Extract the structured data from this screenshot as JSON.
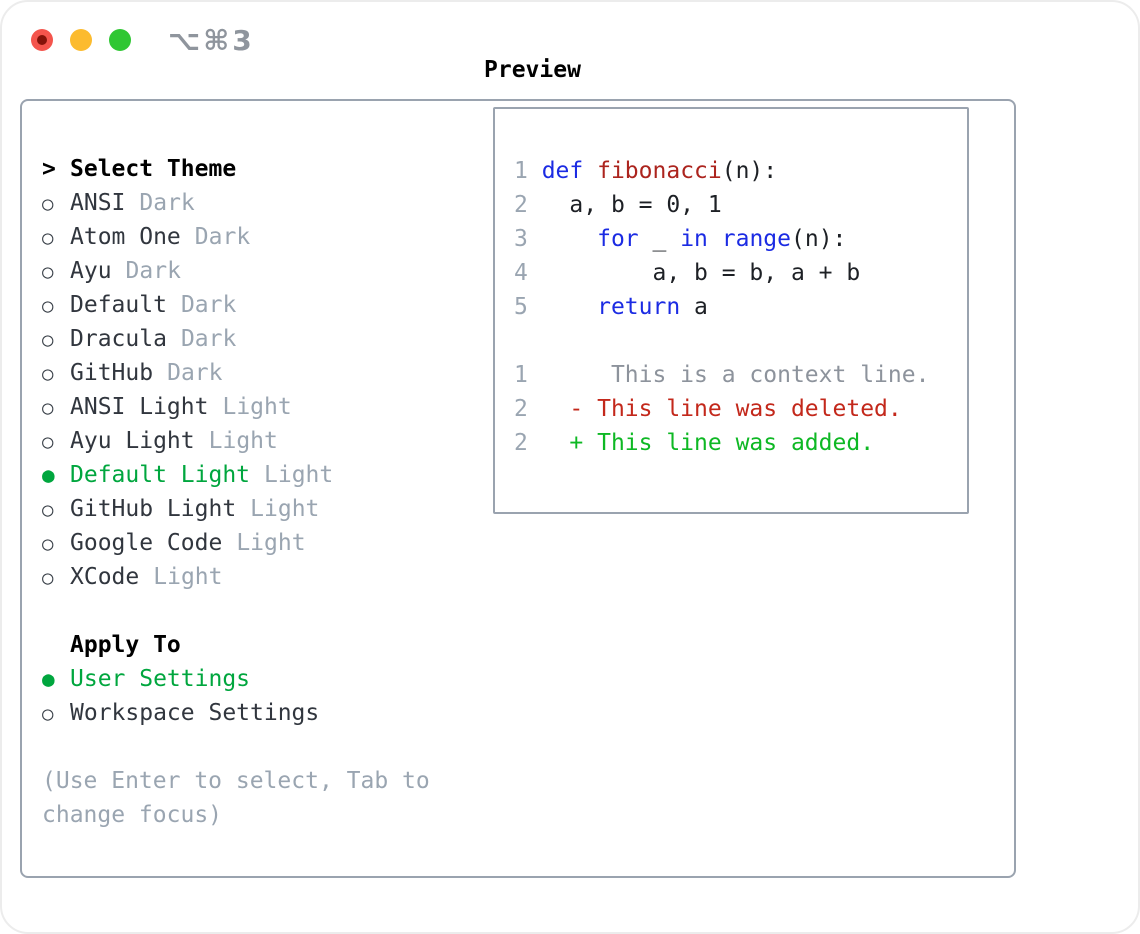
{
  "window": {
    "shortcut_label": "⌥⌘3",
    "traffic_lights": [
      {
        "name": "close",
        "color": "#F4544C",
        "dot_color": "#841209"
      },
      {
        "name": "minimize",
        "color": "#FCBB2E"
      },
      {
        "name": "zoom",
        "color": "#2FC733"
      }
    ]
  },
  "colors": {
    "accent_green": "#00A63E",
    "added_green": "#0EB824",
    "deleted_red": "#C3281B",
    "keyword_blue": "#1B2BE3",
    "function_red": "#AC241E",
    "muted_gray": "#9AA5B1",
    "context_gray": "#8D939C",
    "text_dark": "#31363E",
    "border_gray": "#9AA3AF",
    "shortcut_gray": "#8F959D"
  },
  "theme_panel": {
    "heading_marker": ">",
    "heading_label": "Select Theme",
    "unselected_marker": "○",
    "selected_marker": "●",
    "themes": [
      {
        "name": "ANSI",
        "tag": "Dark",
        "selected": false
      },
      {
        "name": "Atom One",
        "tag": "Dark",
        "selected": false
      },
      {
        "name": "Ayu",
        "tag": "Dark",
        "selected": false
      },
      {
        "name": "Default",
        "tag": "Dark",
        "selected": false
      },
      {
        "name": "Dracula",
        "tag": "Dark",
        "selected": false
      },
      {
        "name": "GitHub",
        "tag": "Dark",
        "selected": false
      },
      {
        "name": "ANSI Light",
        "tag": "Light",
        "selected": false
      },
      {
        "name": "Ayu Light",
        "tag": "Light",
        "selected": false
      },
      {
        "name": "Default Light",
        "tag": "Light",
        "selected": true
      },
      {
        "name": "GitHub Light",
        "tag": "Light",
        "selected": false
      },
      {
        "name": "Google Code",
        "tag": "Light",
        "selected": false
      },
      {
        "name": "XCode",
        "tag": "Light",
        "selected": false
      }
    ],
    "apply_to_label": "Apply To",
    "apply_options": [
      {
        "name": "User Settings",
        "selected": true
      },
      {
        "name": "Workspace Settings",
        "selected": false
      }
    ],
    "hint": "(Use Enter to select, Tab to change focus)"
  },
  "preview": {
    "title": "Preview",
    "lines": [
      {
        "num": "1",
        "parts": [
          [
            "def",
            "kw"
          ],
          [
            " ",
            "pl"
          ],
          [
            "fibonacci",
            "fn"
          ],
          [
            "(n):",
            "pl"
          ]
        ]
      },
      {
        "num": "2",
        "parts": [
          [
            "  a, b = 0, 1",
            "pl"
          ]
        ]
      },
      {
        "num": "3",
        "parts": [
          [
            "    ",
            "pl"
          ],
          [
            "for",
            "kw"
          ],
          [
            " _ ",
            "pl"
          ],
          [
            "in",
            "kw"
          ],
          [
            " ",
            "pl"
          ],
          [
            "range",
            "kw"
          ],
          [
            "(n):",
            "pl"
          ]
        ]
      },
      {
        "num": "4",
        "parts": [
          [
            "        a, b = b, a + b",
            "pl"
          ]
        ]
      },
      {
        "num": "5",
        "parts": [
          [
            "    ",
            "pl"
          ],
          [
            "return",
            "kw"
          ],
          [
            " a",
            "pl"
          ]
        ]
      },
      {
        "num": "",
        "parts": []
      },
      {
        "num": "1",
        "parts": [
          [
            "     This is a context line.",
            "ctx"
          ]
        ]
      },
      {
        "num": "2",
        "parts": [
          [
            "  - This line was deleted.",
            "del"
          ]
        ]
      },
      {
        "num": "2",
        "parts": [
          [
            "  + This line was added.",
            "add"
          ]
        ]
      }
    ]
  }
}
